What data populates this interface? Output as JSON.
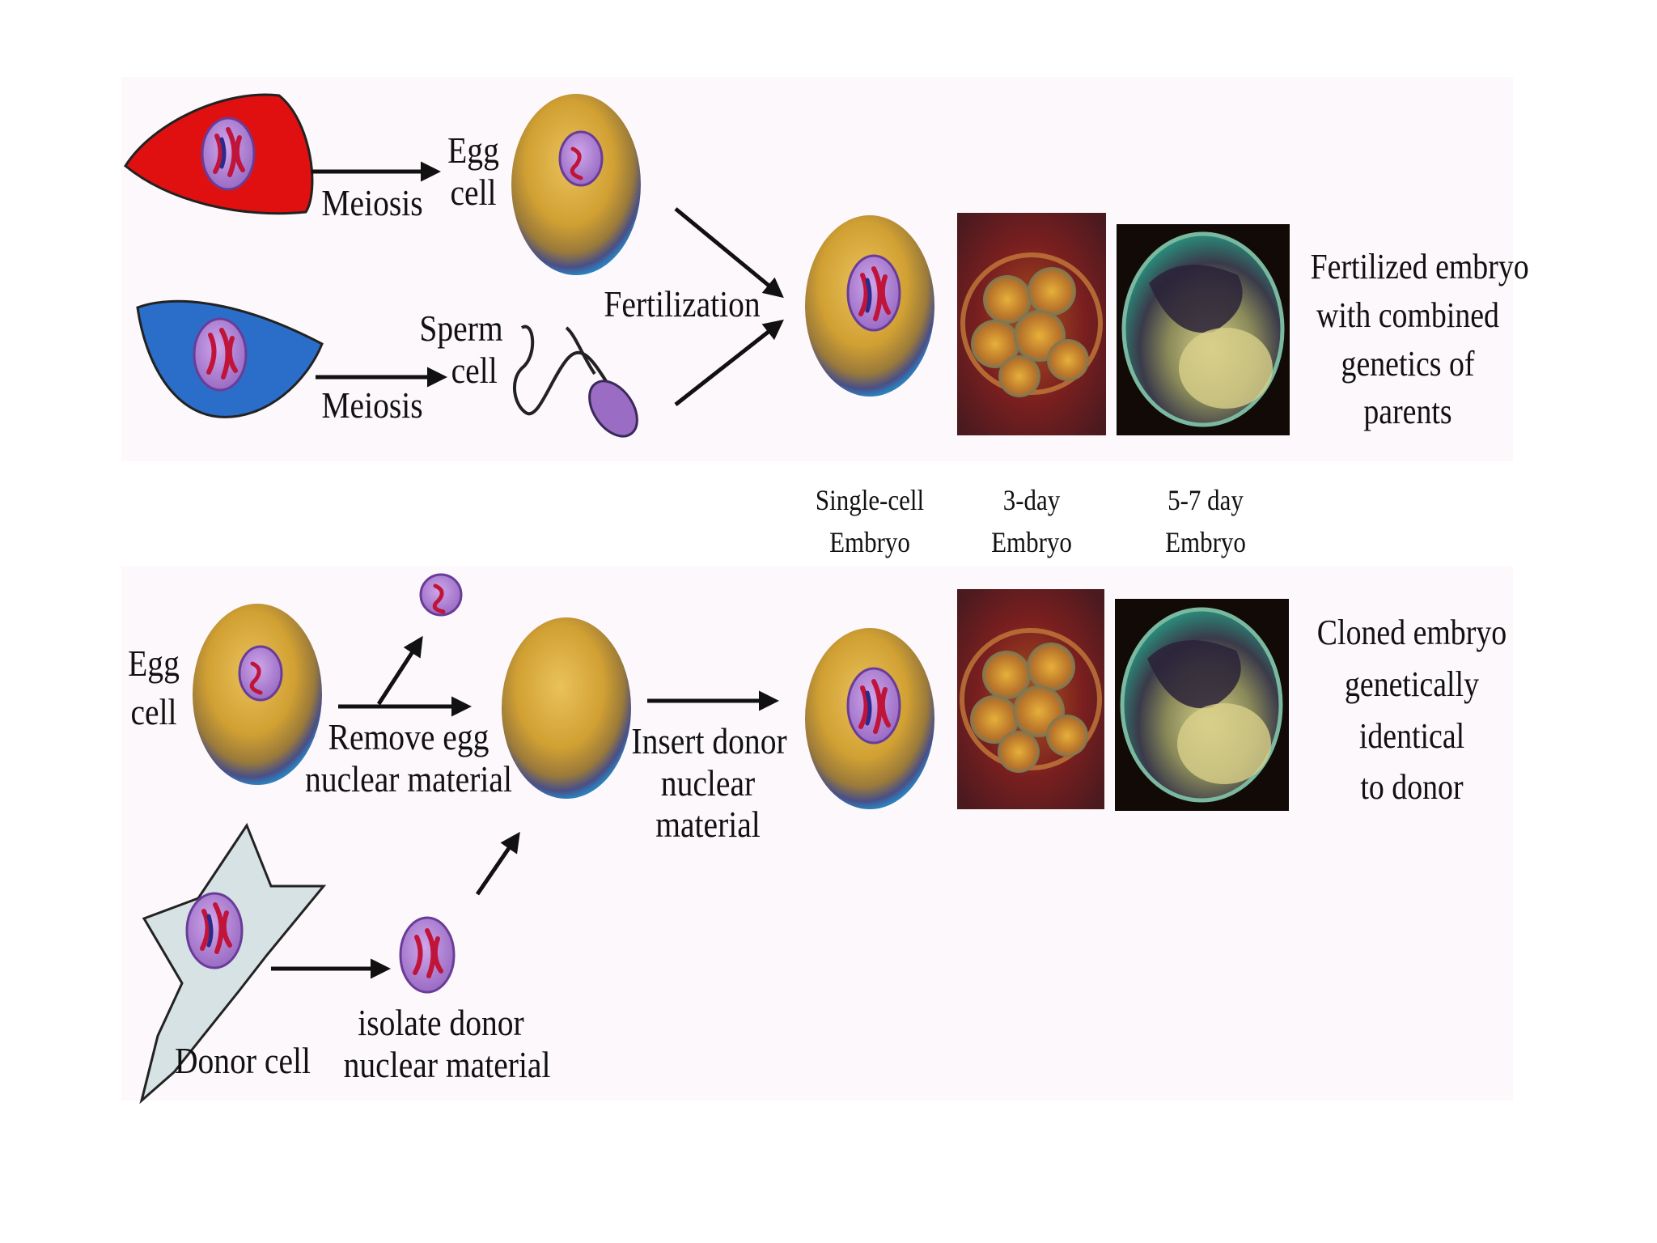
{
  "labels": {
    "meiosis_top": "Meiosis",
    "egg_cell_top": [
      "Egg",
      "cell"
    ],
    "sperm_cell": [
      "Sperm",
      "cell"
    ],
    "meiosis_bottom": "Meiosis",
    "fertilization": "Fertilization",
    "fertilized_caption": [
      "Fertilized embryo",
      "with combined",
      "genetics of",
      "parents"
    ],
    "stage_single": [
      "Single-cell",
      "Embryo"
    ],
    "stage_3day": [
      "3-day",
      "Embryo"
    ],
    "stage_57day": [
      "5-7 day",
      "Embryo"
    ],
    "egg_cell_clone": [
      "Egg",
      "cell"
    ],
    "remove_egg": [
      "Remove egg",
      "nuclear material"
    ],
    "insert_donor": [
      "Insert donor",
      "nuclear",
      "material"
    ],
    "cloned_caption": [
      "Cloned embryo",
      "genetically",
      "identical",
      "to donor"
    ],
    "donor_cell": "Donor cell",
    "isolate_donor": [
      "isolate donor",
      "nuclear material"
    ]
  },
  "colors": {
    "parent_female_cell": "#e01010",
    "parent_male_cell": "#2a6ec9",
    "donor_cell": "#d6e2e4",
    "nucleus": "#b58ad8",
    "chromosome_red": "#c0143a",
    "chromosome_blue": "#2a2a8a",
    "egg_yolk": "#d9a935",
    "egg_edge_blue": "#2f79b7",
    "arrow": "#111111",
    "photo_3day_bg": "#6e1a1a",
    "photo_57day_bg": "#120a06"
  }
}
